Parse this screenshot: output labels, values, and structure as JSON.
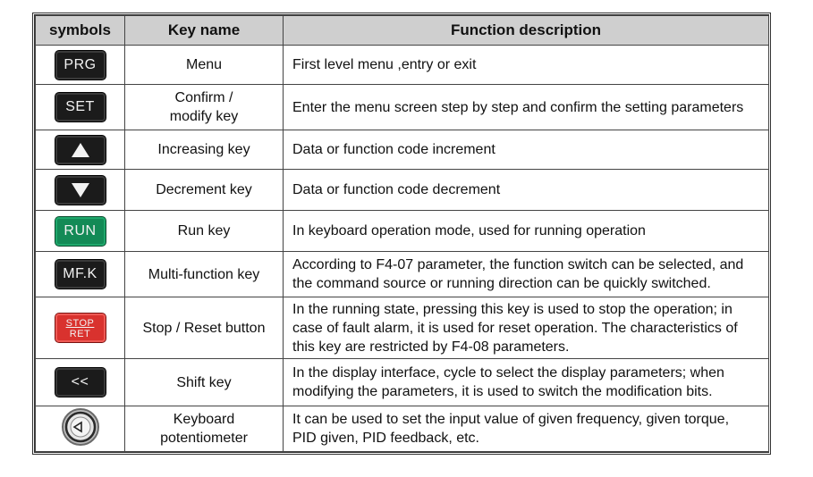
{
  "header": {
    "symbols": "symbols",
    "key_name": "Key name",
    "function": "Function description"
  },
  "rows": [
    {
      "symbol_type": "text-key",
      "symbol_label": "PRG",
      "name": [
        "Menu"
      ],
      "description": [
        "First level menu ,entry or exit"
      ]
    },
    {
      "symbol_type": "text-key",
      "symbol_label": "SET",
      "name": [
        "Confirm /",
        "modify key"
      ],
      "description": [
        "Enter the menu screen step by step and confirm the setting parameters"
      ]
    },
    {
      "symbol_type": "up-arrow-icon",
      "name": [
        "Increasing key"
      ],
      "description": [
        "Data or function code increment"
      ]
    },
    {
      "symbol_type": "down-arrow-icon",
      "name": [
        "Decrement key"
      ],
      "description": [
        "Data or function code decrement"
      ]
    },
    {
      "symbol_type": "run-key",
      "symbol_label": "RUN",
      "name": [
        "Run key"
      ],
      "description": [
        "In keyboard operation mode, used for running operation"
      ]
    },
    {
      "symbol_type": "text-key",
      "symbol_label": "MF.K",
      "name": [
        "Multi-function key"
      ],
      "description": [
        "According to F4-07 parameter, the function switch can be selected, and",
        "the command source or running direction can be quickly switched."
      ]
    },
    {
      "symbol_type": "stop-key",
      "symbol_label": [
        "STOP",
        "RET"
      ],
      "name": [
        "Stop / Reset button"
      ],
      "description": [
        "In the running state, pressing this key is used to stop the operation; in",
        "case of fault alarm, it is used for reset operation. The characteristics of",
        "this key are restricted by F4-08 parameters."
      ]
    },
    {
      "symbol_type": "text-key",
      "symbol_label": "<<",
      "name": [
        "Shift key"
      ],
      "description": [
        "In the display interface, cycle to select the display parameters; when",
        "modifying the parameters, it is used to switch the modification bits."
      ]
    },
    {
      "symbol_type": "knob-icon",
      "name": [
        "Keyboard",
        "potentiometer"
      ],
      "description": [
        "It can be used to set the input value of given frequency, given torque,",
        "PID given, PID feedback, etc."
      ]
    }
  ],
  "colors": {
    "header_bg": "#cfcfcf",
    "key_dark": "#1b1b1b",
    "key_run": "#138a56",
    "key_stop": "#d9322e"
  }
}
